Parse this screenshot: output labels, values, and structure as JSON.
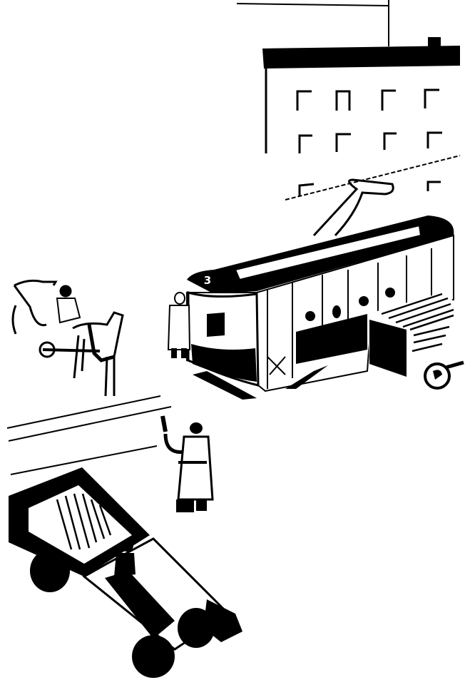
{
  "scene": {
    "description": "Black-and-white ink illustration of a street intersection: a tram, horse-drawn carriage, traffic policeman, delivery truck, and open-bed truck in front of a multi-story building",
    "colors": {
      "ink": "#000000",
      "paper": "#ffffff"
    }
  },
  "tram": {
    "route_number": "3"
  },
  "elements": [
    {
      "name": "building",
      "position": "top-right"
    },
    {
      "name": "tram",
      "position": "center-right"
    },
    {
      "name": "horse-carriage",
      "position": "left"
    },
    {
      "name": "pedestrian-man",
      "position": "beside tram front"
    },
    {
      "name": "delivery-truck",
      "position": "right, behind tram"
    },
    {
      "name": "traffic-policeman",
      "position": "center"
    },
    {
      "name": "open-bed-truck",
      "position": "bottom-left"
    }
  ]
}
